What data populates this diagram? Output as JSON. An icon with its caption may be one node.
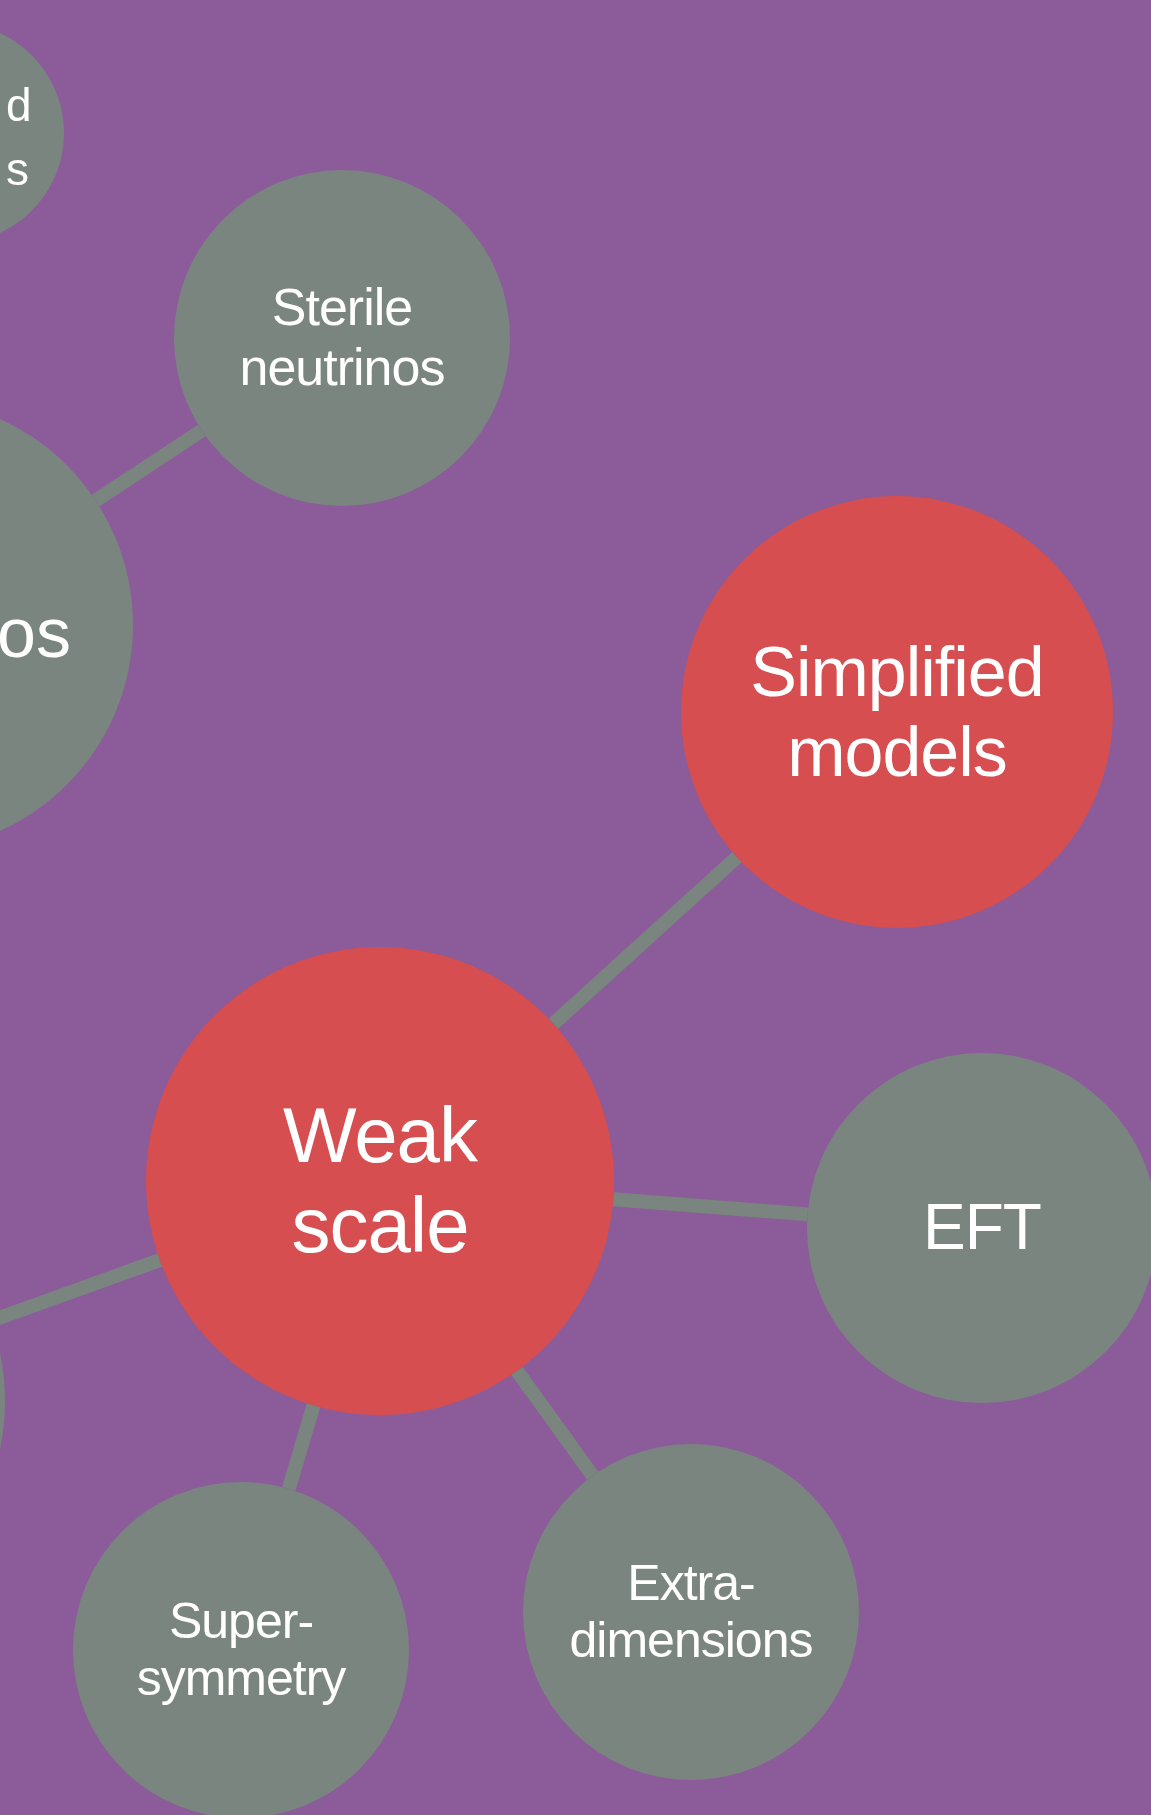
{
  "diagram": {
    "nodes": [
      {
        "text": [
          "d s"
        ]
      },
      {
        "text": [
          "Sterile neutrinos"
        ]
      },
      {
        "text": [
          "os"
        ]
      },
      {
        "text": [],
        "shape": "circle"
      },
      {
        "text": [
          "Simplified models"
        ]
      },
      {
        "text": [
          "Weak scale"
        ]
      },
      {
        "text": [
          "EFT"
        ]
      },
      {
        "text": [
          "Super-symmetry"
        ]
      },
      {
        "text": [
          "Extra-dimensions"
        ]
      }
    ],
    "edges": [
      {
        "from": 2,
        "to": 1,
        "arrow": "none"
      },
      {
        "from": 5,
        "to": 4,
        "arrow": "none"
      },
      {
        "from": 5,
        "to": 6,
        "arrow": "none"
      },
      {
        "from": 5,
        "to": 3,
        "arrow": "none"
      },
      {
        "from": 5,
        "to": 7,
        "arrow": "none"
      },
      {
        "from": 5,
        "to": 8,
        "arrow": "none"
      }
    ]
  }
}
